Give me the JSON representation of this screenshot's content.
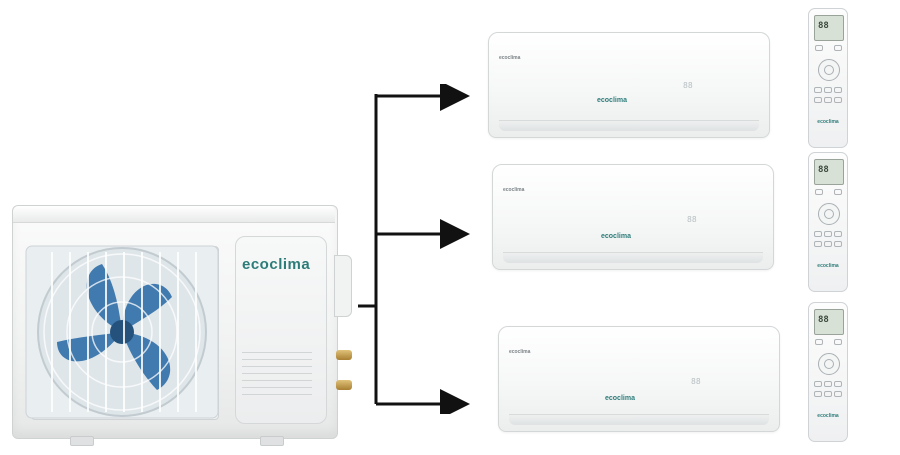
{
  "outdoor_unit": {
    "brand": "ecoclima"
  },
  "indoor_units": [
    {
      "tag": "ecoclima",
      "brand": "ecoclima",
      "display": "88"
    },
    {
      "tag": "ecoclima",
      "brand": "ecoclima",
      "display": "88"
    },
    {
      "tag": "ecoclima",
      "brand": "ecoclima",
      "display": "88"
    }
  ],
  "remotes": [
    {
      "screen": "88",
      "brand": "ecoclima"
    },
    {
      "screen": "88",
      "brand": "ecoclima"
    },
    {
      "screen": "88",
      "brand": "ecoclima"
    }
  ],
  "colors": {
    "brand": "#2c7c79",
    "fan_blade": "#2f6fa8",
    "arrow": "#111111"
  }
}
